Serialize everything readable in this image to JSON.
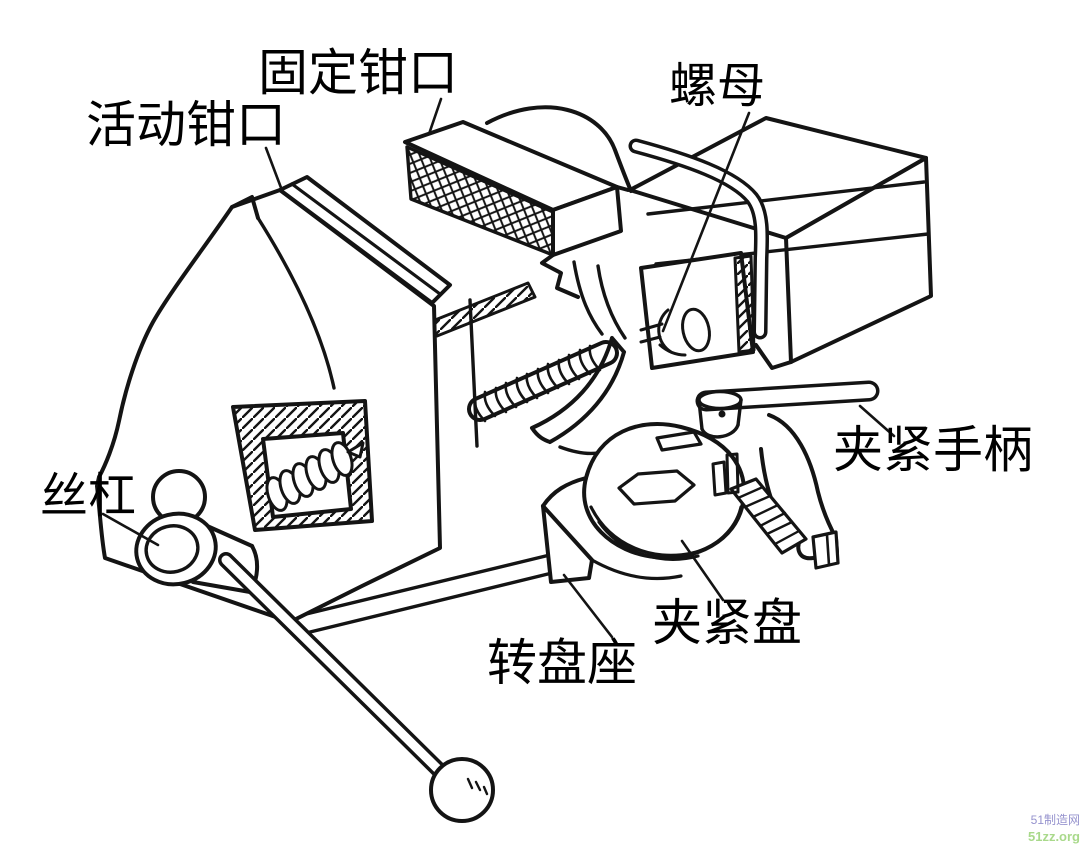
{
  "figure": {
    "type": "technical line diagram",
    "subject": "bench vise cutaway isometric drawing with part callouts",
    "background_color": "#ffffff",
    "line_color": "#141414"
  },
  "labels": {
    "movable_jaw": "活动钳口",
    "fixed_jaw": "固定钳口",
    "nut": "螺母",
    "clamp_handle": "夹紧手柄",
    "lead_screw": "丝杠",
    "swivel_base": "转盘座",
    "clamp_disc": "夹紧盘"
  },
  "watermark": {
    "site_name": "51制造网",
    "site_url": "51zz.org",
    "name_color": "#9693ce",
    "url_color": "#a9d98b"
  }
}
